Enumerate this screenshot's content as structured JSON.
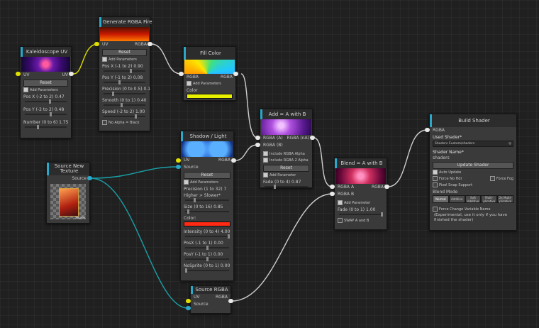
{
  "colors": {
    "accent": "#2aa7c9",
    "uv_port": "#e0e000",
    "rgba_port": "#e8e8e8",
    "source_port": "#2aa7c9",
    "wire_white": "#cfcfcf",
    "wire_cyan": "#1aa0a8",
    "fill_bar": "#e8f000",
    "shadow_color_bar": "#ff2a14"
  },
  "kaleidoscope": {
    "title": "Kaleidoscope UV",
    "port_uv_in": "UV",
    "port_uv_out": "UV",
    "reset": "Reset",
    "add_params": "Add Parameters",
    "pos_x": "Pos X (-2 to 2) 0.47",
    "pos_y": "Pos Y (-2 to 2) 0.48",
    "number": "Number (0 to 6) 1.75"
  },
  "fire": {
    "title": "Generate RGBA Fire",
    "port_uv": "UV",
    "port_rgba": "RGBA",
    "reset": "Reset",
    "add_params": "Add Parameters",
    "pos_x": "Pos X (-1 to 2) 0.90",
    "pos_y": "Pos Y (-1 to 2) 0.08",
    "precision": "Precision (0 to 0.5) 0.1",
    "smooth": "Smooth (0 to 1) 0.40",
    "speed": "Speed (-2 to 2) 1.00",
    "no_alpha": "No Alpha = Black"
  },
  "fill": {
    "title": "Fill Color",
    "port_rgba_in": "RGBA",
    "port_rgba_out": "RGBA",
    "add_params": "Add Parameters",
    "color_label": "Color"
  },
  "source_tex": {
    "title": "Source New Texture",
    "port_source": "Source",
    "thumb_label": "Source"
  },
  "shadow": {
    "title": "Shadow / Light",
    "port_uv": "UV",
    "port_source": "Source",
    "port_rgba": "RGBA",
    "reset": "Reset",
    "add_params": "Add Parameters",
    "precision": "Precision (1 to 32) 7",
    "note": "Higher > Slower*",
    "size": "Size (0 to 16) 0.85",
    "color_label": "Color:",
    "intensity": "Intensity (0 to 4) 4.00",
    "posx": "PosX (-1 to 1) 0.00",
    "posy": "PosY (-1 to 1) 0.00",
    "nosprite": "NoSprite (0 to 1) 0.00"
  },
  "add": {
    "title": "Add = A with B",
    "port_a": "RGBA (A)",
    "port_b": "RGBA (B)",
    "port_out": "RGBA (nA)",
    "inc_a": "Include RGBA Alpha",
    "inc_b": "Include RGBA 2 Alpha",
    "reset": "Reset",
    "add_params": "Add Parameter",
    "fade": "Fade (0 to 4) 0.87"
  },
  "blend": {
    "title": "Blend = A with B",
    "port_a": "RGBA A",
    "port_b": "RGBA B",
    "port_out": "RGBA",
    "add_params": "Add Parameter",
    "fade": "Fade (0 to 1) 1.00",
    "swap": "SWAP A and B"
  },
  "source_rgba": {
    "title": "Source RGBA",
    "port_uv": "UV",
    "port_source": "Source",
    "port_rgba": "RGBA"
  },
  "build": {
    "title": "Build Shader",
    "port_rgba": "RGBA",
    "used_shader_label": "Used Shader*",
    "used_shader_value": "Shaders Custom/shaders",
    "shader_name_label": "Shader Name*",
    "shader_name_value": "shaders",
    "update": "Update Shader",
    "auto_update": "Auto Update",
    "force_no_hdr": "Force No Hdr",
    "force_fog": "Force Fog",
    "pixel_snap": "Pixel Snap Support",
    "blend_mode_label": "Blend Mode",
    "blend_modes": [
      "Normal",
      "Additive",
      "Soft Additive",
      "Multi-plicative",
      "2x Multi-plicative"
    ],
    "force_change": "Force Change Variable Name",
    "experimental": "(Experimental, use it only if you have finished the shader)"
  }
}
